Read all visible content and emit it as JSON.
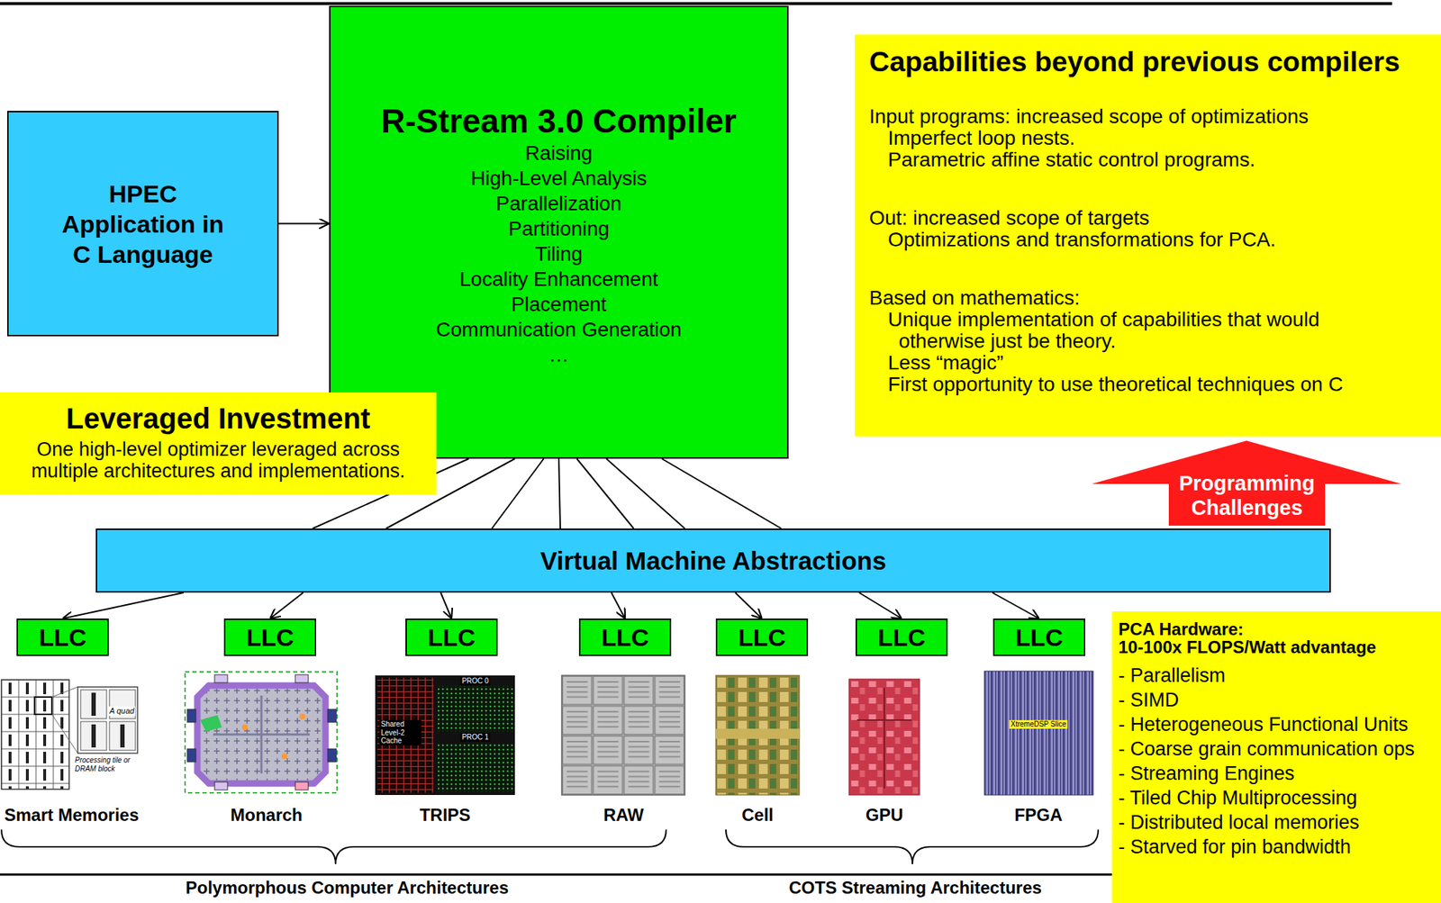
{
  "diagram": {
    "nodes": [
      {
        "text": [
          "HPEC Application in C Language"
        ]
      },
      {
        "text": [
          "R-Stream 3.0 Compiler",
          "Raising",
          "High-Level Analysis",
          "Parallelization",
          "Partitioning",
          "Tiling",
          "Locality Enhancement",
          "Placement",
          "Communication Generation",
          "…"
        ]
      },
      {
        "text": [
          "Capabilities beyond previous compilers",
          "Input programs: increased scope of optimizations",
          "Imperfect loop nests.",
          "Parametric affine static control programs.",
          "Out: increased scope of targets",
          "Optimizations and transformations for PCA.",
          "Based on mathematics:",
          "Unique implementation of capabilities that would otherwise just be theory.",
          "Less “magic”",
          "First opportunity to use theoretical techniques on C"
        ]
      },
      {
        "text": [
          "Leveraged Investment",
          "One high-level optimizer leveraged across multiple architectures and implementations."
        ]
      },
      {
        "text": [
          "Programming Challenges"
        ]
      },
      {
        "text": [
          "Virtual Machine Abstractions"
        ]
      },
      {
        "text": [
          "LLC"
        ]
      },
      {
        "text": [
          "LLC"
        ]
      },
      {
        "text": [
          "LLC"
        ]
      },
      {
        "text": [
          "LLC"
        ]
      },
      {
        "text": [
          "LLC"
        ]
      },
      {
        "text": [
          "LLC"
        ]
      },
      {
        "text": [
          "LLC"
        ]
      },
      {
        "text": [
          "PCA Hardware:",
          "10-100x FLOPS/Watt advantage",
          "- Parallelism",
          "- SIMD",
          "- Heterogeneous Functional Units",
          "- Coarse grain communication ops",
          "- Streaming Engines",
          "- Tiled Chip Multiprocessing",
          "- Distributed local memories",
          "- Starved for pin bandwidth"
        ]
      }
    ],
    "edges": [
      {
        "from": 0,
        "to": 1,
        "arrow": "to"
      },
      {
        "from": 1,
        "to": 5,
        "arrow": "none"
      },
      {
        "from": 1,
        "to": 5,
        "arrow": "none"
      },
      {
        "from": 1,
        "to": 5,
        "arrow": "none"
      },
      {
        "from": 1,
        "to": 5,
        "arrow": "none"
      },
      {
        "from": 1,
        "to": 5,
        "arrow": "none"
      },
      {
        "from": 1,
        "to": 5,
        "arrow": "none"
      },
      {
        "from": 1,
        "to": 5,
        "arrow": "none"
      },
      {
        "from": 5,
        "to": 6,
        "arrow": "to"
      },
      {
        "from": 5,
        "to": 7,
        "arrow": "to"
      },
      {
        "from": 5,
        "to": 8,
        "arrow": "to"
      },
      {
        "from": 5,
        "to": 9,
        "arrow": "to"
      },
      {
        "from": 5,
        "to": 10,
        "arrow": "to"
      },
      {
        "from": 5,
        "to": 11,
        "arrow": "to"
      },
      {
        "from": 5,
        "to": 12,
        "arrow": "to"
      }
    ],
    "labels": [
      "Smart Memories",
      "Monarch",
      "TRIPS",
      "RAW",
      "Cell",
      "GPU",
      "FPGA",
      "Polymorphous Computer Architectures",
      "COTS Streaming Architectures",
      "A quad",
      "Processing tile or DRAM block",
      "PROC 0",
      "PROC 1",
      "Shared Level-2 Cache",
      "XtremeDSP Slice"
    ]
  }
}
